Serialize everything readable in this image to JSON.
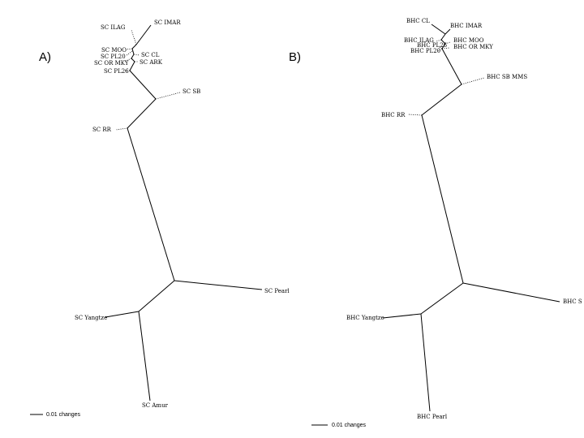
{
  "panel_a": {
    "label": "A)",
    "tips": [
      "SC IMAR",
      "SC ILAG",
      "SC MOO",
      "SC PL20",
      "SC CL",
      "SC OR MKY",
      "SC ARK",
      "SC PL26",
      "SC SB",
      "SC RR",
      "SC Pearl",
      "SC Yangtze",
      "SC Amur"
    ],
    "scale_label": "0.01 changes"
  },
  "panel_b": {
    "label": "B)",
    "tips": [
      "BHC CL",
      "BHC IMAR",
      "BHC ILAG",
      "BHC MOO",
      "BHC PL26",
      "BHC OR MKY",
      "BHC PL20",
      "BHC SB MMS",
      "BHC RR",
      "BHC S",
      "BHC Yangtze",
      "BHC Pearl"
    ],
    "scale_label": "0.01 changes"
  }
}
